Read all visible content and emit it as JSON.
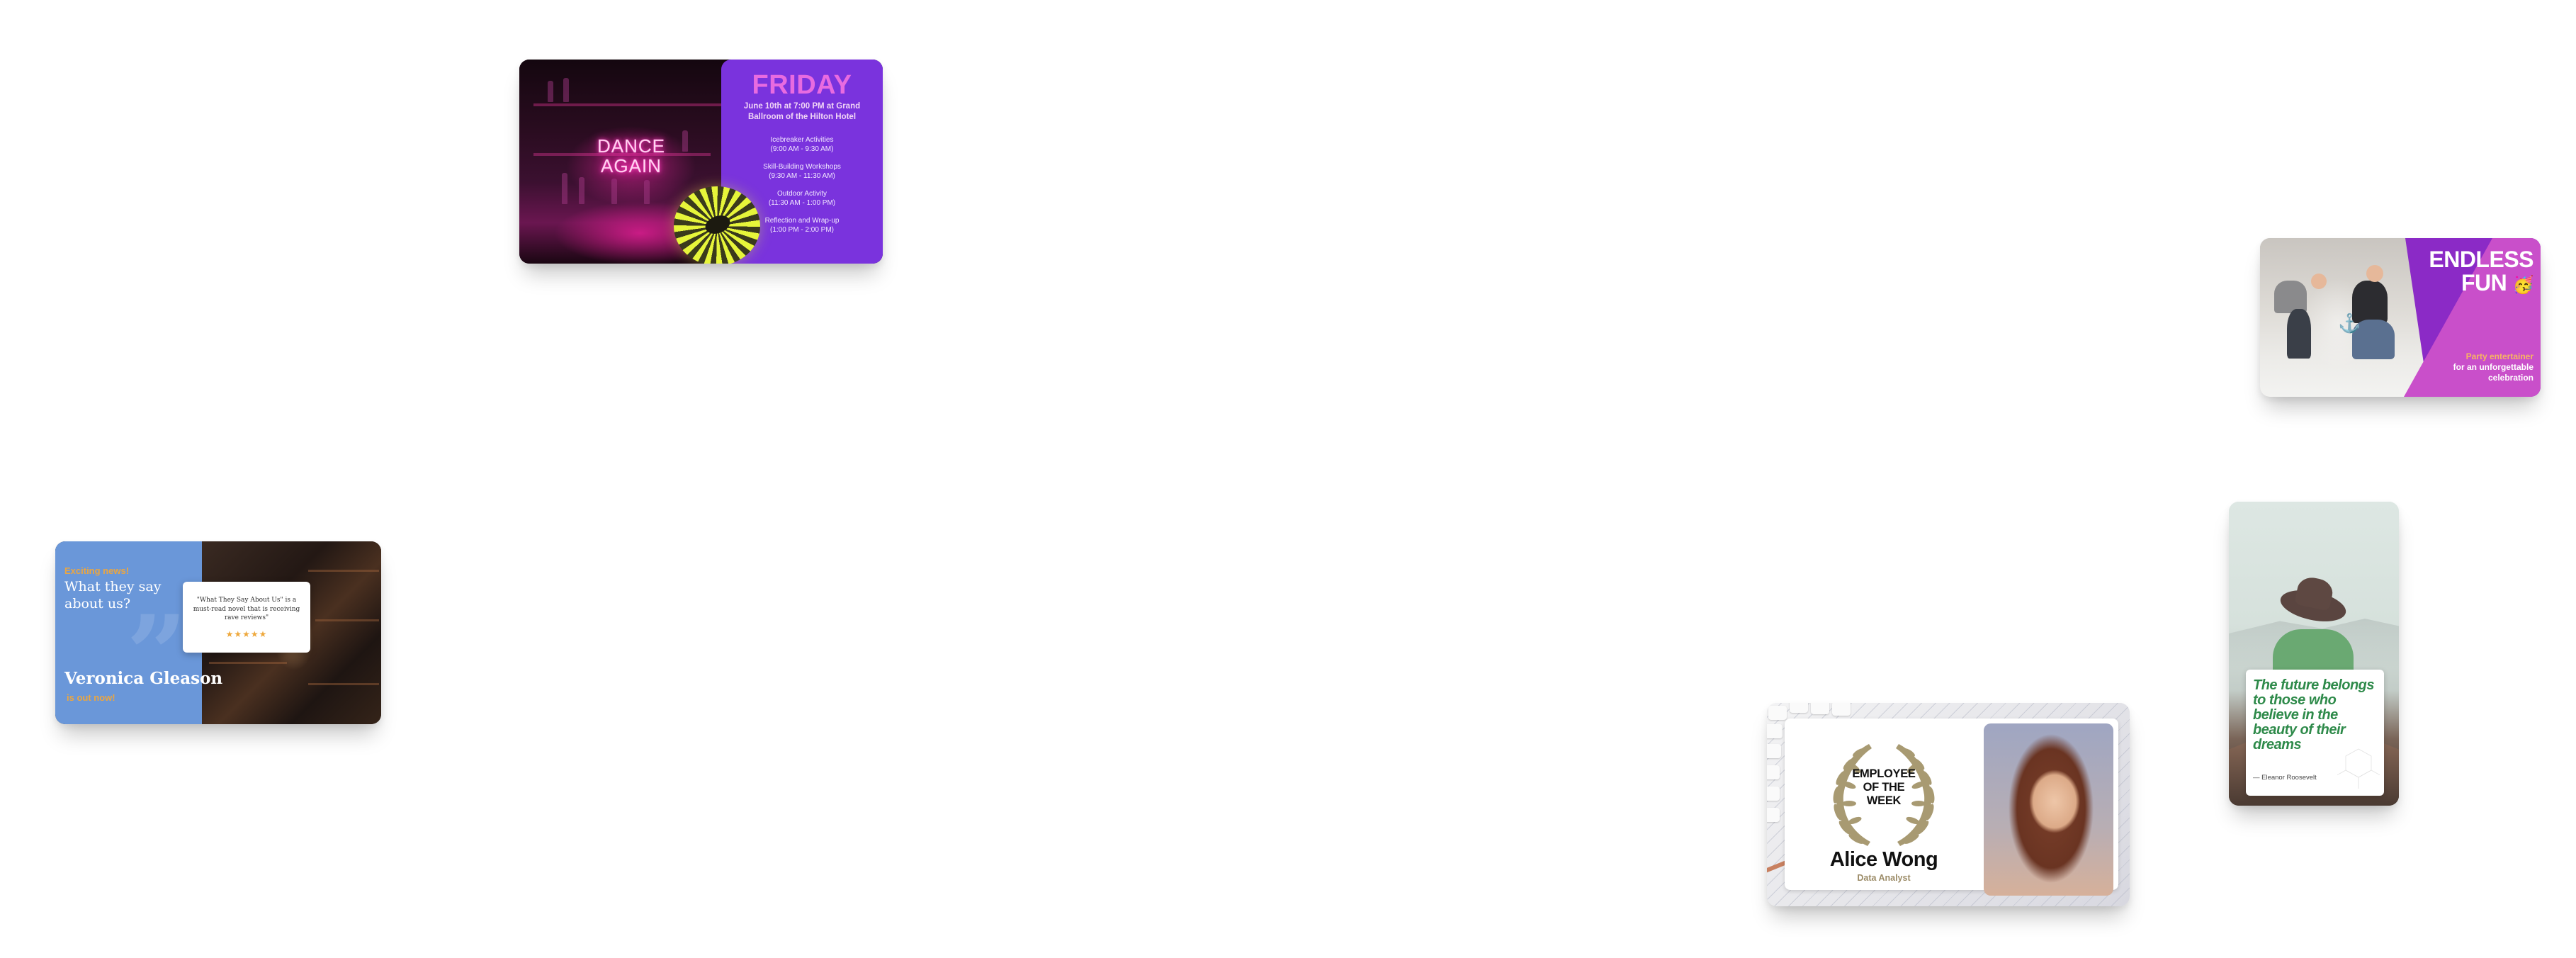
{
  "canvas": {
    "background": "#ffffff"
  },
  "cards": {
    "friday": {
      "neon_sign": [
        "DANCE",
        "AGAIN"
      ],
      "title": "FRIDAY",
      "subtitle": "June 10th at 7:00 PM at Grand Ballroom of the Hilton Hotel",
      "schedule": [
        {
          "activity": "Icebreaker Activities",
          "time": "(9:00 AM - 9:30 AM)"
        },
        {
          "activity": "Skill-Building Workshops",
          "time": "(9:30 AM - 11:30 AM)"
        },
        {
          "activity": "Outdoor Activity",
          "time": "(11:30 AM - 1:00 PM)"
        },
        {
          "activity": "Reflection and Wrap-up",
          "time": "(1:00 PM - 2:00 PM)"
        }
      ],
      "colors": {
        "panel": "#7a33dd",
        "title": "#e86be0",
        "donut": "#e6f53a"
      },
      "icons": {
        "decoration": "striped-torus-icon"
      }
    },
    "endless_fun": {
      "headline_line1": "ENDLESS",
      "headline_line2": "FUN",
      "emoji": "🥳",
      "tag_accent": "Party entertainer",
      "tag_line2": "for an unforgettable",
      "tag_line3": "celebration",
      "colors": {
        "dark_purple": "#8b2ac6",
        "magenta": "#c94fca",
        "accent": "#f7b462"
      },
      "icons": {
        "emoji": "partying-face-icon",
        "pillow": "anchor-icon"
      }
    },
    "veronica": {
      "eyebrow": "Exciting news!",
      "heading": "What they say about us?",
      "review": "\"What They Say About Us\" is a must-read novel that is receiving rave reviews\"",
      "stars": "★★★★★",
      "rating": 5,
      "name": "Veronica Gleason",
      "cta": "is out now!",
      "quote_mark": "”",
      "colors": {
        "panel": "#6a97d9",
        "accent": "#eca640",
        "stars": "#eea83c"
      }
    },
    "employee": {
      "award": [
        "EMPLOYEE",
        "OF THE",
        "WEEK"
      ],
      "name": "Alice Wong",
      "role": "Data Analyst",
      "colors": {
        "laurel": "#a89a72",
        "role": "#9c8c68"
      },
      "icons": {
        "wreath": "laurel-wreath-icon",
        "photo": "portrait-photo"
      }
    },
    "quote": {
      "text": "The future belongs to those who believe in the beauty of their dreams",
      "author": "— Eleanor Roosevelt",
      "colors": {
        "quote": "#2e8a4a"
      },
      "icons": {
        "pattern": "hexagon-pattern-icon"
      }
    }
  }
}
